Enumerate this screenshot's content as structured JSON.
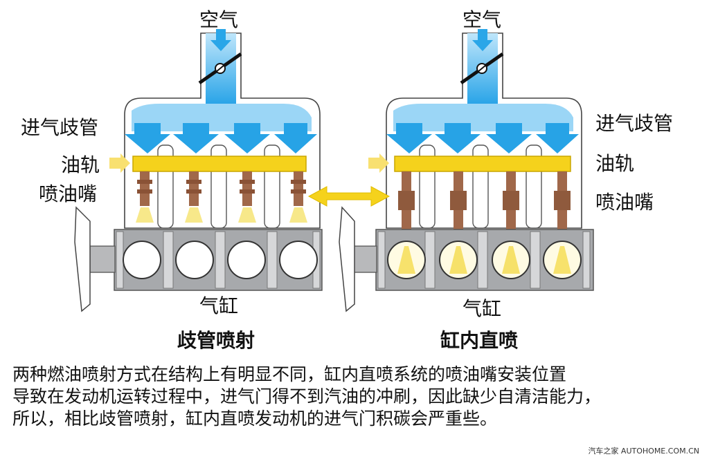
{
  "left": {
    "air": "空气",
    "manifold": "进气歧管",
    "rail": "油轨",
    "injector": "喷油嘴",
    "cylinder": "气缸",
    "title": "歧管喷射"
  },
  "right": {
    "air": "空气",
    "manifold": "进气歧管",
    "rail": "油轨",
    "injector": "喷油嘴",
    "cylinder": "气缸",
    "title": "缸内直喷"
  },
  "caption": [
    "两种燃油喷射方式在结构上有明显不同，缸内直喷系统的喷油嘴安装位置",
    "导致在发动机运转过程中，进气门得不到汽油的冲刷，因此缺少自清洁能力，",
    "所以，相比歧管喷射，缸内直喷发动机的进气门积碳会严重些。"
  ],
  "watermark": "汽车之家 AUTOHOME.COM.CN",
  "colors": {
    "air_flow": "#2aa6e8",
    "fuel_rail": "#f5d21c",
    "injector": "#a0684a",
    "spray": "#f7e88a",
    "engine_block": "#a7a9ac",
    "arrow": "#f5d21c"
  }
}
